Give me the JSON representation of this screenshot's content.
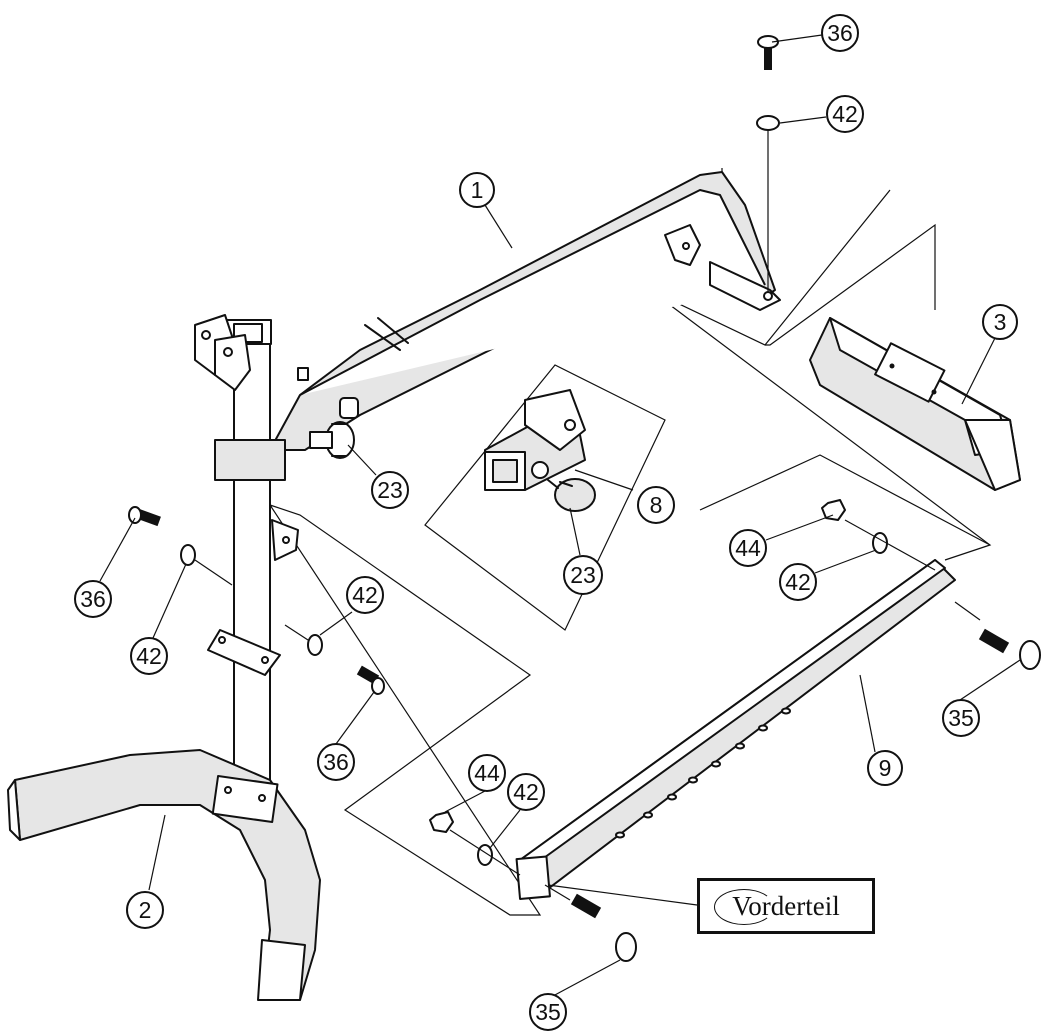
{
  "diagram": {
    "callouts": [
      "36",
      "42",
      "1",
      "3",
      "8",
      "23",
      "23",
      "44",
      "42",
      "36",
      "42",
      "42",
      "36",
      "35",
      "9",
      "44",
      "42",
      "2",
      "35"
    ],
    "label": "Vorderteil"
  }
}
